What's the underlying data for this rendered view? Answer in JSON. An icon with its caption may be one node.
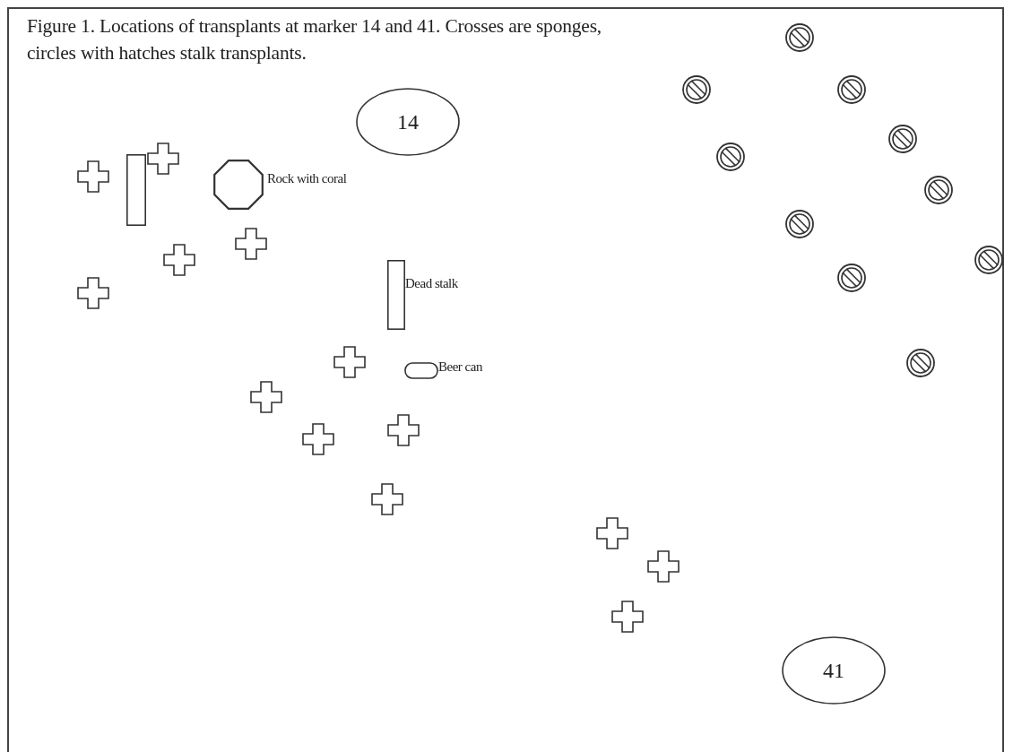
{
  "diagram": {
    "title": "Figure 1.  Locations of transplants at marker 14 and 41.  Crosses are sponges, circles with hatches stalk transplants.",
    "nodes": [
      {
        "text": [
          "14"
        ]
      },
      {
        "text": [],
        "shape": "octagon",
        "beside": [
          "Rock with coral"
        ]
      },
      {
        "text": [],
        "shape": "bar",
        "beside": [
          "Dead stalk"
        ]
      },
      {
        "text": [],
        "shape": "capsule",
        "beside": [
          "Beer can"
        ]
      },
      {
        "text": [
          "41"
        ]
      },
      {
        "text": [],
        "shape": "bar"
      },
      {
        "text": [],
        "shape": "cross"
      },
      {
        "text": [],
        "shape": "cross"
      },
      {
        "text": [],
        "shape": "cross"
      },
      {
        "text": [],
        "shape": "cross"
      },
      {
        "text": [],
        "shape": "cross"
      },
      {
        "text": [],
        "shape": "cross"
      },
      {
        "text": [],
        "shape": "cross"
      },
      {
        "text": [],
        "shape": "cross"
      },
      {
        "text": [],
        "shape": "cross"
      },
      {
        "text": [],
        "shape": "cross"
      },
      {
        "text": [],
        "shape": "cross"
      },
      {
        "text": [],
        "shape": "cross"
      },
      {
        "text": [],
        "shape": "cross"
      },
      {
        "text": [],
        "shape": "circle"
      },
      {
        "text": [],
        "shape": "circle"
      },
      {
        "text": [],
        "shape": "circle"
      },
      {
        "text": [],
        "shape": "circle"
      },
      {
        "text": [],
        "shape": "circle"
      },
      {
        "text": [],
        "shape": "circle"
      },
      {
        "text": [],
        "shape": "circle"
      },
      {
        "text": [],
        "shape": "circle"
      },
      {
        "text": [],
        "shape": "circle"
      },
      {
        "text": [],
        "shape": "circle"
      }
    ]
  }
}
